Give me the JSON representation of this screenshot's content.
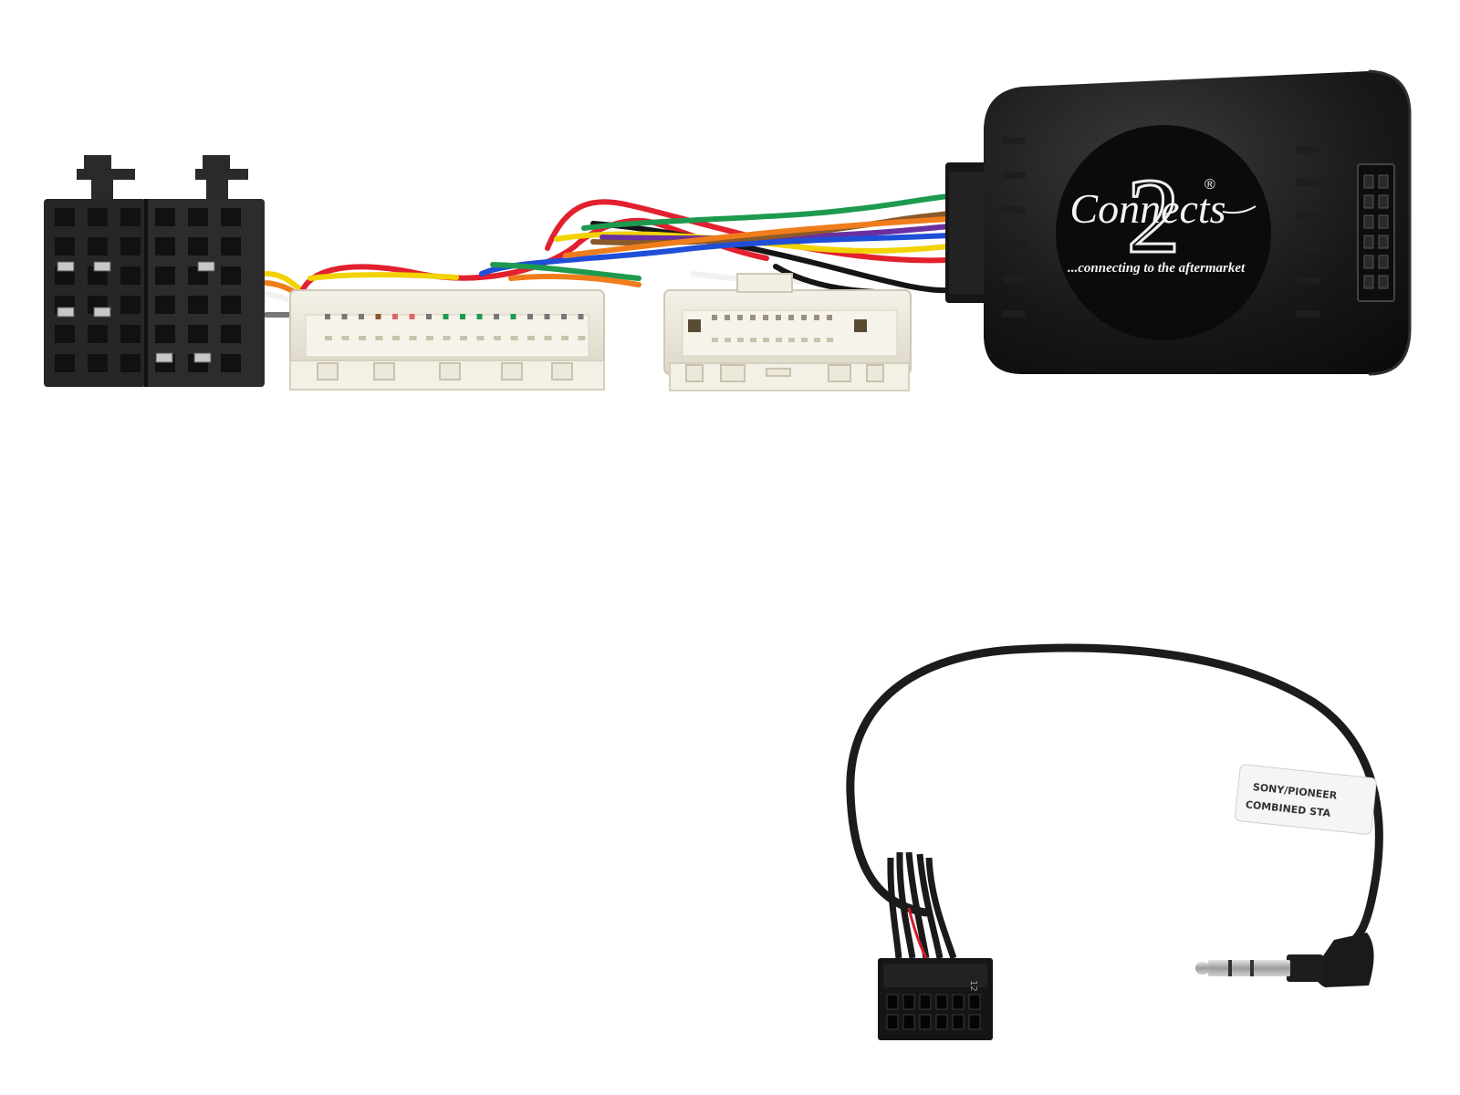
{
  "logo": {
    "brand_script": "Connects",
    "brand_numeral": "2",
    "registered_mark": "®",
    "tagline": "...connecting to the aftermarket"
  },
  "lead_label": {
    "line1": "SONY/PIONEER",
    "line2": "COMBINED STA"
  },
  "connector_pin_number": "12",
  "colors": {
    "background": "#ffffff",
    "module_body": "#121212",
    "iso_connector": "#262626",
    "vehicle_connector": "#ece8dc",
    "lead_cable": "#1c1c1c",
    "plug_metal": "#b9b9b9",
    "wires": [
      "#e2202e",
      "#f2d200",
      "#1f4fd6",
      "#1e9a4f",
      "#f07d1b",
      "#6a2fa0",
      "#8a5a2b",
      "#111111",
      "#f5f5f5"
    ]
  }
}
